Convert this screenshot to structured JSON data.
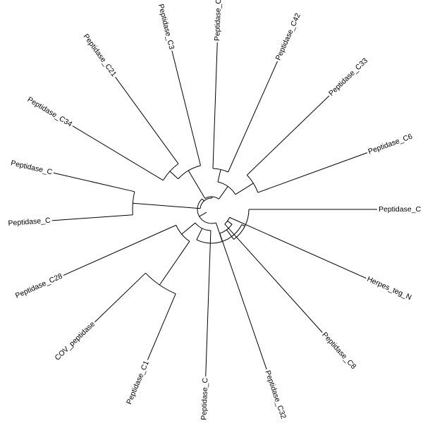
{
  "tree": {
    "leaves": [
      {
        "label": "Peptidase_C",
        "angle": 0
      },
      {
        "label": "Herpes_teg_N",
        "angle": 24
      },
      {
        "label": "Peptidase_C8",
        "angle": 48
      },
      {
        "label": "Peptidase_C32",
        "angle": 71
      },
      {
        "label": "Peptidase_C",
        "angle": 92
      },
      {
        "label": "Peptidase_C1",
        "angle": 113
      },
      {
        "label": "COV_peptidase",
        "angle": 136
      },
      {
        "label": "Peptidase_C28",
        "angle": 156
      },
      {
        "label": "Peptidase_C",
        "angle": 176
      },
      {
        "label": "Peptidase_C",
        "angle": 193
      },
      {
        "label": "Peptidase_C34",
        "angle": 211
      },
      {
        "label": "Peptidase_C21",
        "angle": 234
      },
      {
        "label": "Peptidase_C3",
        "angle": 256
      },
      {
        "label": "Peptidase_C",
        "angle": 272
      },
      {
        "label": "Peptidase_C42",
        "angle": 294
      },
      {
        "label": "Peptidase_C33",
        "angle": 316
      },
      {
        "label": "Peptidase_C6",
        "angle": 340
      }
    ],
    "line_color": "#000000",
    "background": "#ffffff"
  }
}
